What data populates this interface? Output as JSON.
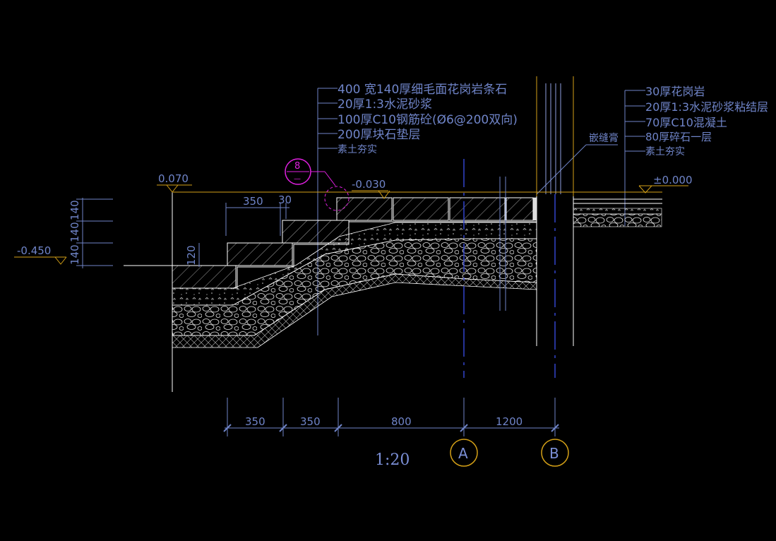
{
  "notes_center": [
    "400 宽140厚细毛面花岗岩条石",
    "20厚1:3水泥砂浆",
    "100厚C10钢筋砼(Ø6@200双向)",
    "200厚块石垫层",
    "素土夯实"
  ],
  "notes_right": [
    "30厚花岗岩",
    "20厚1:3水泥砂浆粘结层",
    "70厚C10混凝土",
    "80厚碎石一层",
    "素土夯实"
  ],
  "joint_label": "嵌缝膏",
  "elevations": {
    "left_top": "0.070",
    "mid": "-0.030",
    "right": "±0.000",
    "bottom_left": "-0.450"
  },
  "detail_marker": {
    "number": "8",
    "sub": "—"
  },
  "step_dims": {
    "tread": "350",
    "gap": "30",
    "riser": "120"
  },
  "vertical_dims": [
    "140",
    "140",
    "140"
  ],
  "bottom_dims": [
    "350",
    "350",
    "800",
    "1200"
  ],
  "axes": [
    "A",
    "B"
  ],
  "scale": "1:20",
  "colors": {
    "background": "#000000",
    "text_blue": "#6f84c8",
    "outline_white": "#ffffff",
    "axis_yellow": "#d4a017",
    "magenta": "#e020e0"
  }
}
